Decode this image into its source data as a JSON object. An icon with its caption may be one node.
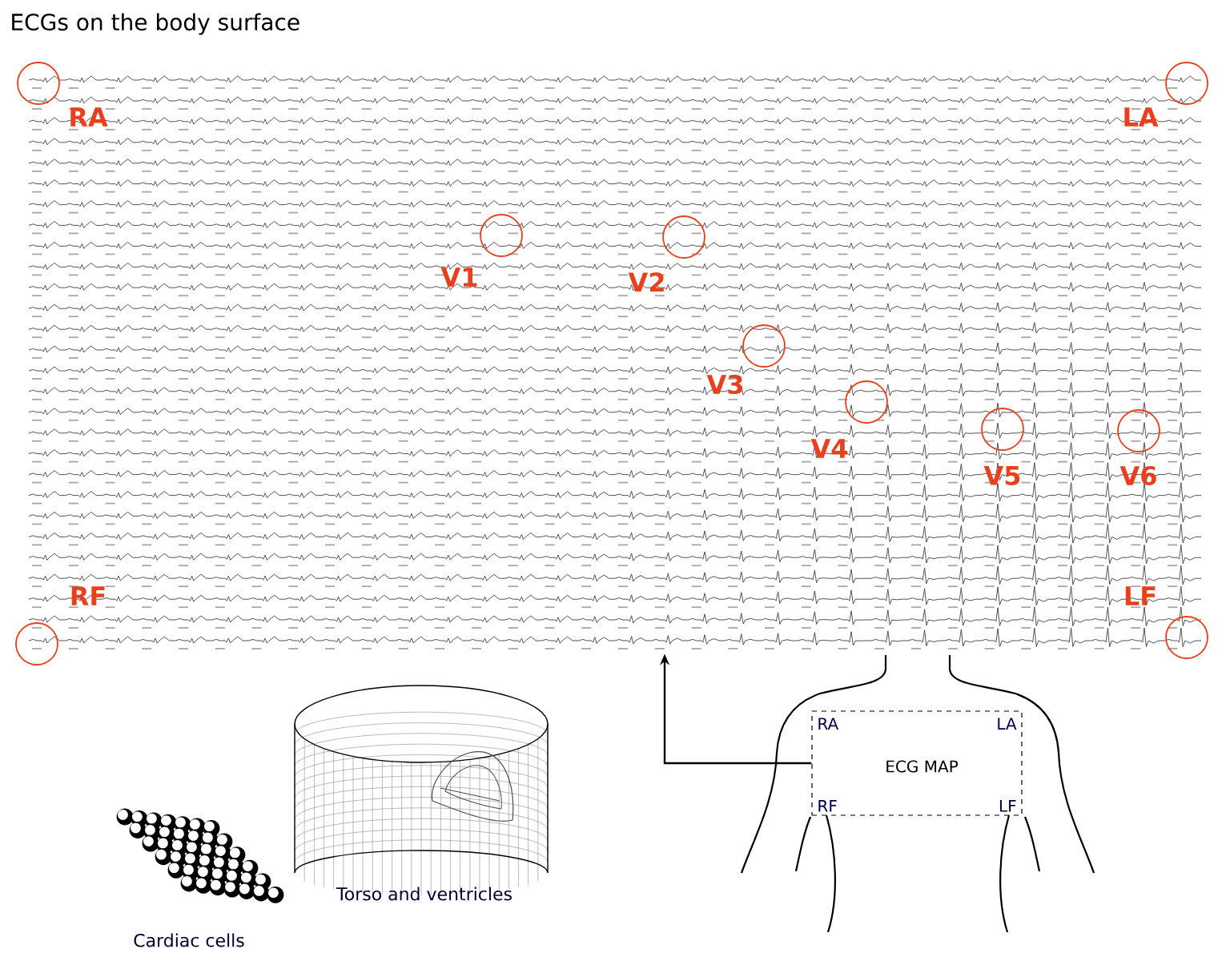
{
  "diagram": {
    "title": "ECGs on the body surface",
    "nodes": [
      {
        "text": [],
        "shape": "picture"
      },
      {
        "text": [
          "RA",
          "LA",
          "ECG MAP",
          "RF",
          "LF"
        ]
      }
    ],
    "edges": [
      {
        "from": 1,
        "to": 0,
        "arrow": "to"
      }
    ],
    "labels": [
      "RA",
      "LA",
      "V1",
      "V2",
      "V3",
      "V4",
      "V5",
      "V6",
      "RF",
      "LF",
      "Torso and ventricles",
      "Cardiac cells"
    ]
  }
}
